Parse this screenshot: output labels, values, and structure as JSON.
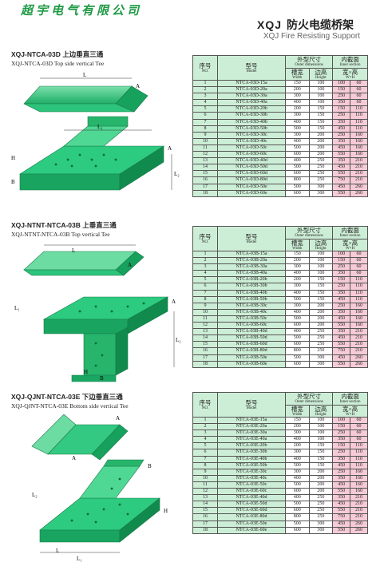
{
  "header": {
    "brand": "超宇电气有限公司",
    "title_code": "XQJ",
    "title_cn": "防火电缆桥架",
    "subtitle": "XQJ Fire Resisting Support"
  },
  "colors": {
    "brand": "#1f9a45",
    "tray_green": "#27c27a",
    "table_header": "#cdeed6",
    "inner_pink": "#f6cbd6"
  },
  "table_header": {
    "no_cn": "序号",
    "no_en": "NO.",
    "model_cn": "型号",
    "model_en": "Model",
    "outer_cn": "外型尺寸",
    "outer_en": "Outer dimensions",
    "width_cn": "槽宽",
    "width_en": "Width",
    "height_cn": "边高",
    "height_en": "Height",
    "inner_cn": "内截面",
    "inner_en": "Inner section",
    "wh_cn": "宽×高",
    "wh_en": "W×H"
  },
  "sections": [
    {
      "title_cn": "XQJ-NTCA-03D 上边垂直三通",
      "title_en": "XQJ-NTCA-03D Top side vertical Tee",
      "labels": {
        "A": "A",
        "L": "L",
        "L1": "L₁",
        "H": "H",
        "B": "B",
        "L2": "L₂"
      },
      "rows": [
        [
          "1",
          "NTCA-03D-15a",
          "150",
          "100",
          "100",
          "60"
        ],
        [
          "2",
          "NTCA-03D-20a",
          "200",
          "100",
          "150",
          "60"
        ],
        [
          "3",
          "NTCA-03D-30a",
          "300",
          "100",
          "250",
          "60"
        ],
        [
          "4",
          "NTCA-03D-40a",
          "400",
          "100",
          "350",
          "60"
        ],
        [
          "5",
          "NTCA-03D-20b",
          "200",
          "150",
          "150",
          "110"
        ],
        [
          "6",
          "NTCA-03D-30b",
          "300",
          "150",
          "250",
          "110"
        ],
        [
          "7",
          "NTCA-03D-40b",
          "400",
          "150",
          "350",
          "110"
        ],
        [
          "8",
          "NTCA-03D-50b",
          "500",
          "150",
          "450",
          "110"
        ],
        [
          "9",
          "NTCA-03D-30c",
          "300",
          "200",
          "250",
          "160"
        ],
        [
          "10",
          "NTCA-03D-40c",
          "400",
          "200",
          "350",
          "160"
        ],
        [
          "11",
          "NTCA-03D-50c",
          "500",
          "200",
          "450",
          "160"
        ],
        [
          "12",
          "NTCA-03D-60c",
          "600",
          "200",
          "550",
          "160"
        ],
        [
          "13",
          "NTCA-03D-40d",
          "400",
          "250",
          "350",
          "210"
        ],
        [
          "14",
          "NTCA-03D-50d",
          "500",
          "250",
          "450",
          "210"
        ],
        [
          "15",
          "NTCA-03D-60d",
          "600",
          "250",
          "550",
          "210"
        ],
        [
          "16",
          "NTCA-03D-80d",
          "800",
          "250",
          "750",
          "210"
        ],
        [
          "17",
          "NTCA-03D-50e",
          "500",
          "300",
          "450",
          "260"
        ],
        [
          "18",
          "NTCA-03D-60e",
          "600",
          "300",
          "550",
          "260"
        ]
      ]
    },
    {
      "title_cn": "XQJ-NTNT-NTCA-03B 上垂直三通",
      "title_en": "XQJ-NTNT-NTCA-03B Top vertical Tee",
      "labels": {
        "A": "A",
        "L": "L",
        "L1": "L₁",
        "H": "H",
        "B": "B",
        "L2": "L₂"
      },
      "rows": [
        [
          "1",
          "NTCA-03B-15a",
          "150",
          "100",
          "100",
          "60"
        ],
        [
          "2",
          "NTCA-03B-20a",
          "200",
          "100",
          "150",
          "60"
        ],
        [
          "3",
          "NTCA-03B-30a",
          "300",
          "100",
          "250",
          "60"
        ],
        [
          "4",
          "NTCA-03B-40a",
          "400",
          "100",
          "350",
          "60"
        ],
        [
          "5",
          "NTCA-03B-20b",
          "200",
          "150",
          "150",
          "110"
        ],
        [
          "6",
          "NTCA-03B-30b",
          "300",
          "150",
          "250",
          "110"
        ],
        [
          "7",
          "NTCA-03B-40b",
          "400",
          "150",
          "350",
          "110"
        ],
        [
          "8",
          "NTCA-03B-50b",
          "500",
          "150",
          "450",
          "110"
        ],
        [
          "9",
          "NTCA-03B-30c",
          "300",
          "200",
          "250",
          "160"
        ],
        [
          "10",
          "NTCA-03B-40c",
          "400",
          "200",
          "350",
          "160"
        ],
        [
          "11",
          "NTCA-03B-50c",
          "500",
          "200",
          "450",
          "160"
        ],
        [
          "12",
          "NTCA-03B-60c",
          "600",
          "200",
          "550",
          "160"
        ],
        [
          "13",
          "NTCA-03B-40d",
          "400",
          "250",
          "350",
          "210"
        ],
        [
          "14",
          "NTCA-03B-50d",
          "500",
          "250",
          "450",
          "210"
        ],
        [
          "15",
          "NTCA-03B-60d",
          "600",
          "250",
          "550",
          "210"
        ],
        [
          "16",
          "NTCA-03B-80d",
          "800",
          "250",
          "750",
          "210"
        ],
        [
          "17",
          "NTCA-03B-50e",
          "500",
          "300",
          "450",
          "260"
        ],
        [
          "18",
          "NTCA-03B-60e",
          "600",
          "300",
          "550",
          "260"
        ]
      ]
    },
    {
      "title_cn": "XQJ-QJNT-NTCA-03E 下边垂直三通",
      "title_en": "XQJ-QJNT-NTCA-03E Bottom side vertical Tee",
      "labels": {
        "A": "A",
        "L": "L",
        "L1": "L₁",
        "H": "H",
        "B": "B",
        "L2": "L₂"
      },
      "rows": [
        [
          "1",
          "NTCA-03E-15a",
          "150",
          "100",
          "100",
          "60"
        ],
        [
          "2",
          "NTCA-03E-20a",
          "200",
          "100",
          "150",
          "60"
        ],
        [
          "3",
          "NTCA-03E-30a",
          "300",
          "100",
          "250",
          "60"
        ],
        [
          "4",
          "NTCA-03E-40a",
          "400",
          "100",
          "350",
          "60"
        ],
        [
          "5",
          "NTCA-03E-20b",
          "200",
          "150",
          "150",
          "110"
        ],
        [
          "6",
          "NTCA-03E-30b",
          "300",
          "150",
          "250",
          "110"
        ],
        [
          "7",
          "NTCA-03E-40b",
          "400",
          "150",
          "350",
          "110"
        ],
        [
          "8",
          "NTCA-03E-50b",
          "500",
          "150",
          "450",
          "110"
        ],
        [
          "9",
          "NTCA-03E-30c",
          "300",
          "200",
          "250",
          "160"
        ],
        [
          "10",
          "NTCA-03E-40c",
          "400",
          "200",
          "350",
          "160"
        ],
        [
          "11",
          "NTCA-03E-50c",
          "500",
          "200",
          "450",
          "160"
        ],
        [
          "12",
          "NTCA-03E-60c",
          "600",
          "200",
          "550",
          "160"
        ],
        [
          "13",
          "NTCA-03E-40d",
          "400",
          "250",
          "350",
          "210"
        ],
        [
          "14",
          "NTCA-03E-50d",
          "500",
          "250",
          "450",
          "210"
        ],
        [
          "15",
          "NTCA-03E-60d",
          "600",
          "250",
          "550",
          "210"
        ],
        [
          "16",
          "NTCA-03E-80d",
          "800",
          "250",
          "750",
          "210"
        ],
        [
          "17",
          "NTCA-03E-50e",
          "500",
          "300",
          "450",
          "260"
        ],
        [
          "18",
          "NTCA-03E-60e",
          "600",
          "300",
          "550",
          "260"
        ]
      ]
    }
  ]
}
